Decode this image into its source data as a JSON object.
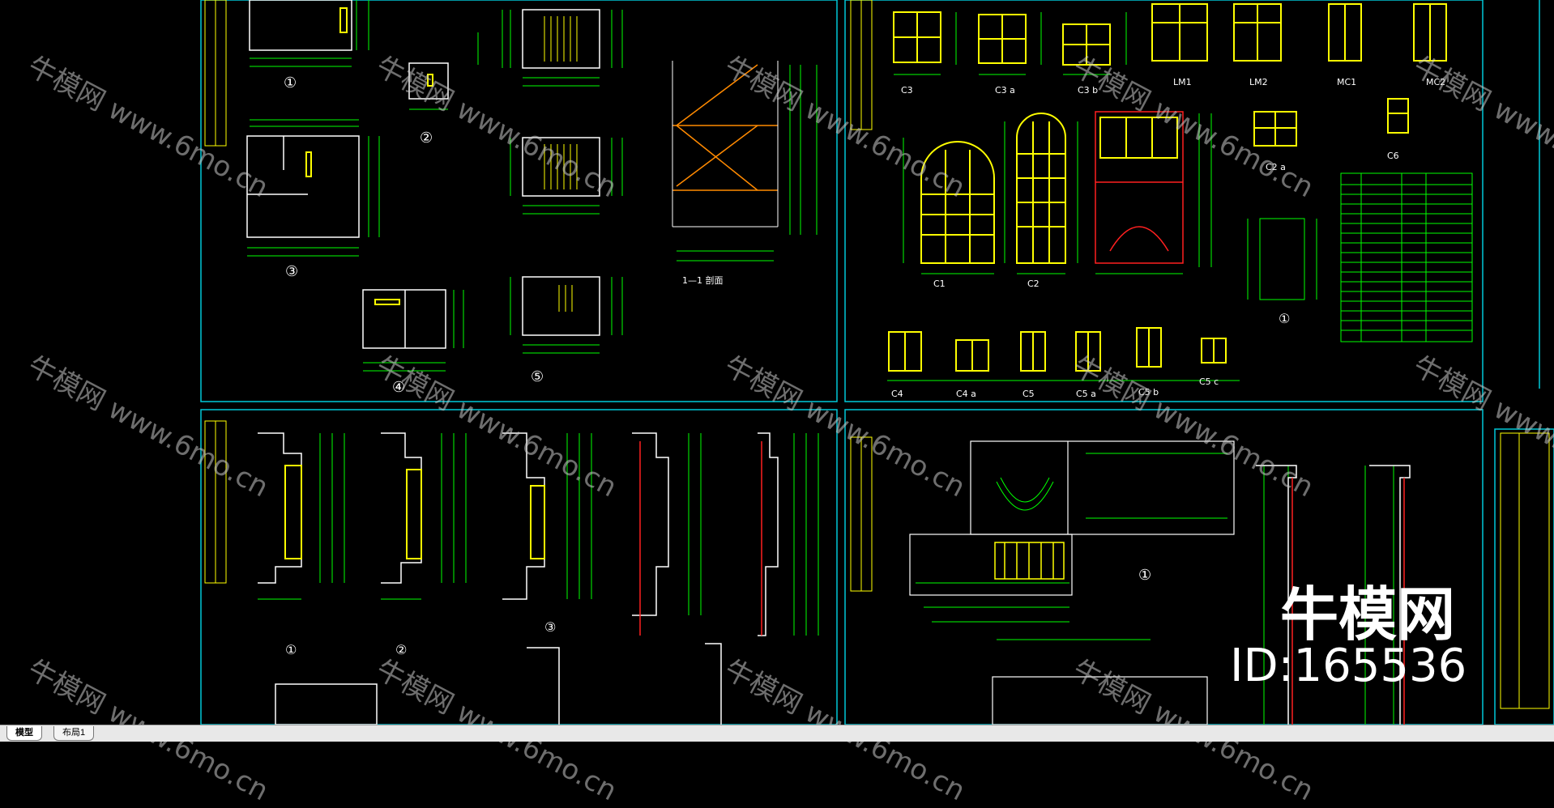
{
  "tabs": [
    {
      "label": "模型",
      "active": true
    },
    {
      "label": "布局1",
      "active": false
    }
  ],
  "watermark": {
    "text": "牛模网 www.6mo.cn",
    "big_logo": "牛模网",
    "id": "ID:165536"
  },
  "drawing_labels": {
    "c3": "C3",
    "c3a": "C3 a",
    "c3b": "C3 b",
    "lm1": "LM1",
    "lm2": "LM2",
    "mc1": "MC1",
    "mc2": "MC2",
    "c6": "C6",
    "c2a": "C2 a",
    "c1": "C1",
    "c2": "C2",
    "c4": "C4",
    "c4a": "C4 a",
    "c5": "C5",
    "c5a": "C5 a",
    "c5b": "C5 b",
    "c5c": "C5 c",
    "n1": "①",
    "n2": "②",
    "n3": "③",
    "n4": "④",
    "n5": "⑤",
    "section": "1—1 剖面"
  },
  "colors": {
    "frame": "#00c8d8",
    "green": "#00ff00",
    "yellow": "#ffff00",
    "white": "#ffffff",
    "red": "#ff2020",
    "orange": "#ff8a00",
    "background": "#000000"
  }
}
